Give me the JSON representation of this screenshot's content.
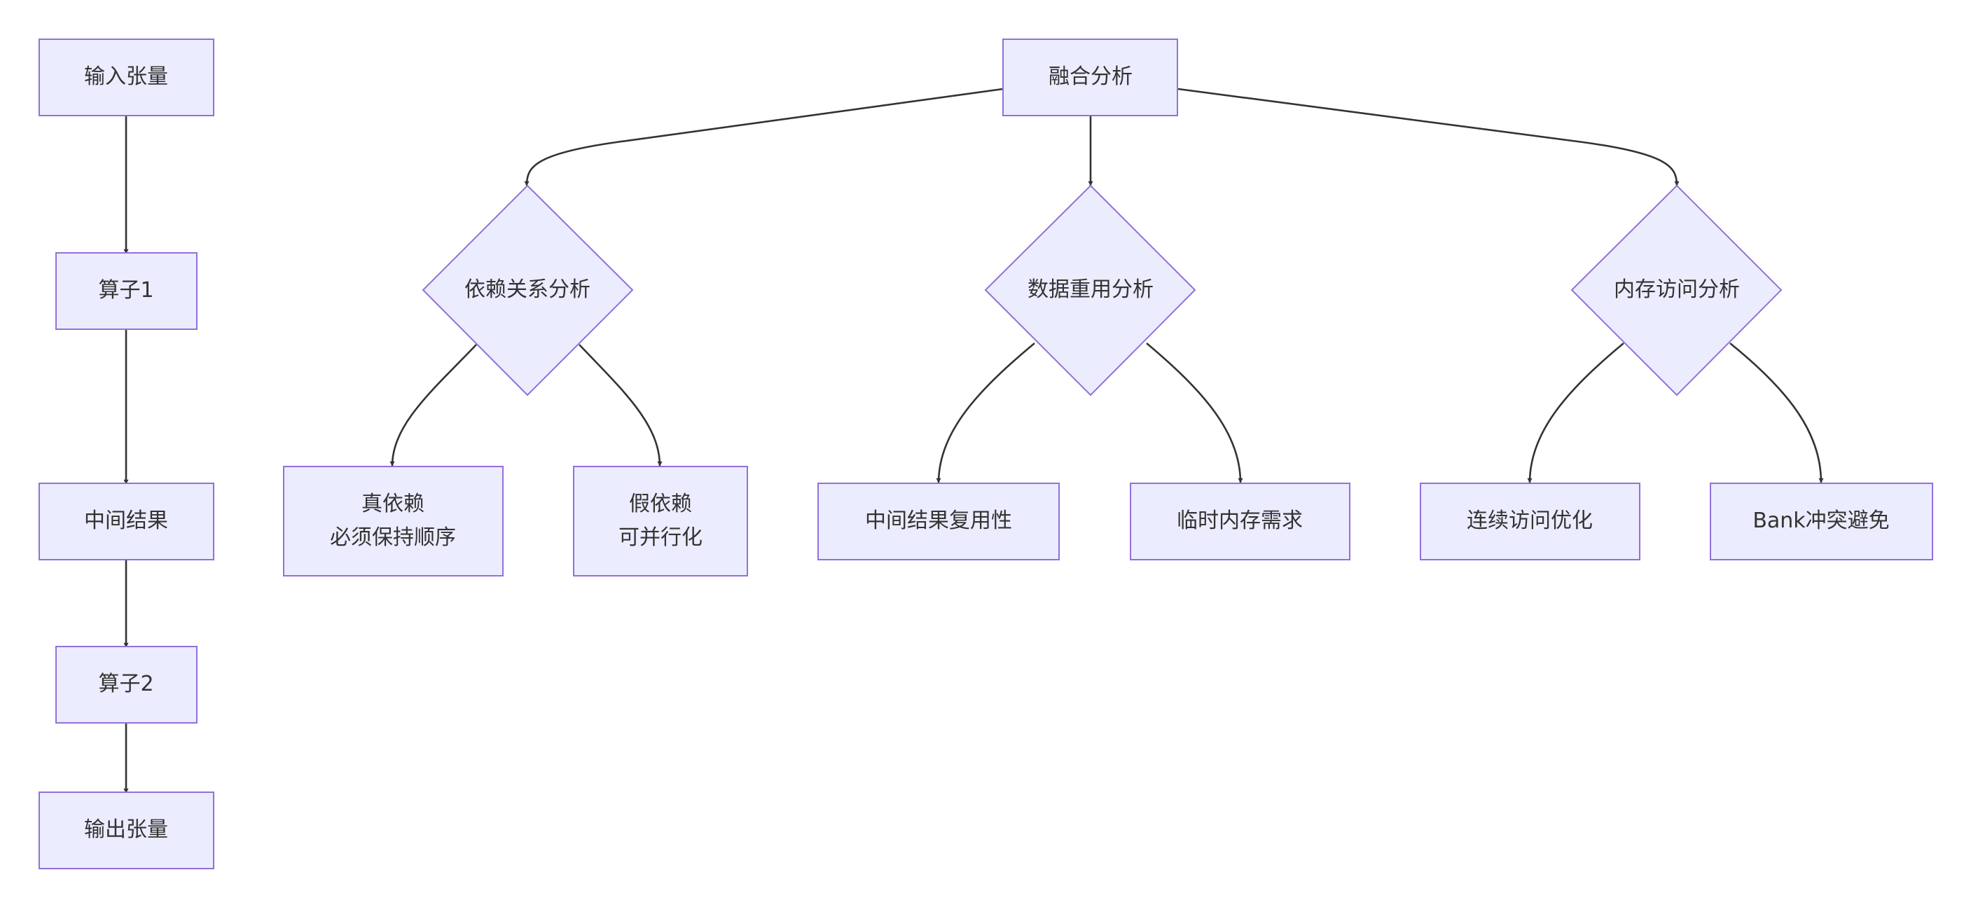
{
  "diagram": {
    "type": "flowchart",
    "colors": {
      "node_fill": "#ECECFF",
      "node_stroke": "#9370DB",
      "edge": "#333333",
      "text": "#333333"
    },
    "nodes": {
      "input_tensor": {
        "label": "输入张量",
        "shape": "rect"
      },
      "op1": {
        "label": "算子1",
        "shape": "rect"
      },
      "intermediate": {
        "label": "中间结果",
        "shape": "rect"
      },
      "op2": {
        "label": "算子2",
        "shape": "rect"
      },
      "output_tensor": {
        "label": "输出张量",
        "shape": "rect"
      },
      "fusion_analysis": {
        "label": "融合分析",
        "shape": "rect"
      },
      "dependency_analysis": {
        "label": "依赖关系分析",
        "shape": "diamond"
      },
      "data_reuse_analysis": {
        "label": "数据重用分析",
        "shape": "diamond"
      },
      "memory_access_analysis": {
        "label": "内存访问分析",
        "shape": "diamond"
      },
      "true_dependency": {
        "line1": "真依赖",
        "line2": "必须保持顺序",
        "shape": "rect"
      },
      "false_dependency": {
        "line1": "假依赖",
        "line2": "可并行化",
        "shape": "rect"
      },
      "intermediate_reuse": {
        "label": "中间结果复用性",
        "shape": "rect"
      },
      "temp_memory": {
        "label": "临时内存需求",
        "shape": "rect"
      },
      "contiguous_access": {
        "label": "连续访问优化",
        "shape": "rect"
      },
      "bank_conflict": {
        "label": "Bank冲突避免",
        "shape": "rect"
      }
    },
    "edges": [
      {
        "from": "input_tensor",
        "to": "op1"
      },
      {
        "from": "op1",
        "to": "intermediate"
      },
      {
        "from": "intermediate",
        "to": "op2"
      },
      {
        "from": "op2",
        "to": "output_tensor"
      },
      {
        "from": "fusion_analysis",
        "to": "dependency_analysis"
      },
      {
        "from": "fusion_analysis",
        "to": "data_reuse_analysis"
      },
      {
        "from": "fusion_analysis",
        "to": "memory_access_analysis"
      },
      {
        "from": "dependency_analysis",
        "to": "true_dependency"
      },
      {
        "from": "dependency_analysis",
        "to": "false_dependency"
      },
      {
        "from": "data_reuse_analysis",
        "to": "intermediate_reuse"
      },
      {
        "from": "data_reuse_analysis",
        "to": "temp_memory"
      },
      {
        "from": "memory_access_analysis",
        "to": "contiguous_access"
      },
      {
        "from": "memory_access_analysis",
        "to": "bank_conflict"
      }
    ]
  }
}
